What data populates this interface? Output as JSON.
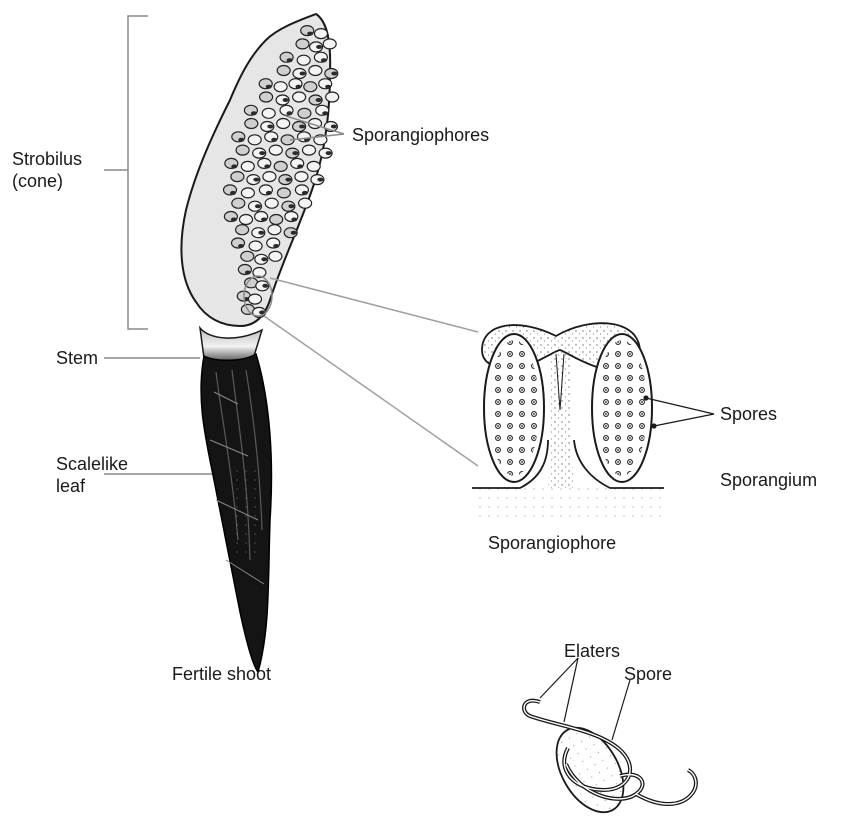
{
  "labels": {
    "strobilus": "Strobilus\n(cone)",
    "sporangiophores": "Sporangiophores",
    "stem": "Stem",
    "scalelike_leaf": "Scalelike\nleaf",
    "spores": "Spores",
    "sporangium": "Sporangium",
    "sporangiophore": "Sporangiophore",
    "fertile_shoot": "Fertile shoot",
    "elaters": "Elaters",
    "spore": "Spore"
  },
  "colors": {
    "ink": "#1a1a1a",
    "leader": "#8a8a8a",
    "cone_fill": "#e6e6e6",
    "sheath": "#141414"
  }
}
